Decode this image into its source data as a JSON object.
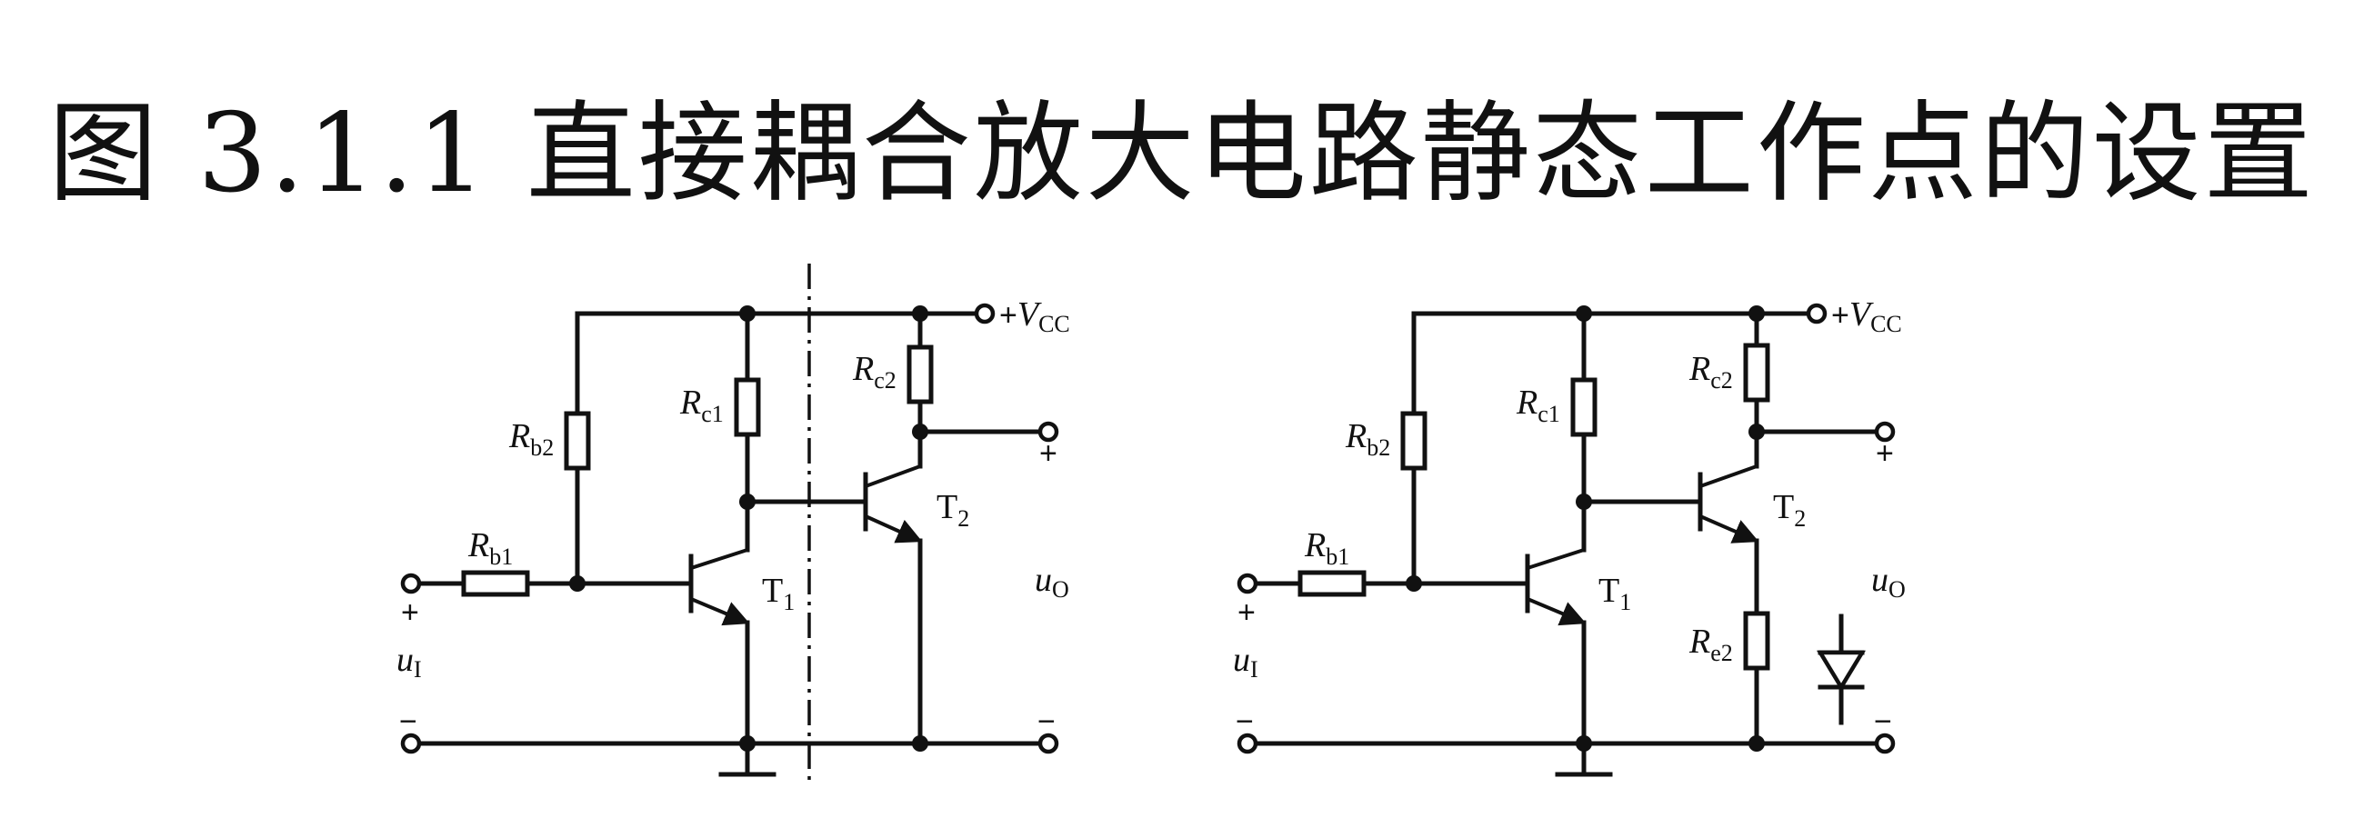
{
  "title": "图 3.1.1  直接耦合放大电路静态工作点的设置",
  "left_circuit": {
    "vcc": {
      "plus": "+",
      "letter": "V",
      "sub": "CC"
    },
    "rb1": {
      "letter": "R",
      "sub": "b1"
    },
    "rb2": {
      "letter": "R",
      "sub": "b2"
    },
    "rc1": {
      "letter": "R",
      "sub": "c1"
    },
    "rc2": {
      "letter": "R",
      "sub": "c2"
    },
    "t1": {
      "letter": "T",
      "sub": "1"
    },
    "t2": {
      "letter": "T",
      "sub": "2"
    },
    "ui": {
      "letter": "u",
      "sub": "I",
      "plus": "+",
      "minus": "−"
    },
    "uo": {
      "letter": "u",
      "sub": "O",
      "plus": "+",
      "minus": "−"
    }
  },
  "right_circuit": {
    "vcc": {
      "plus": "+",
      "letter": "V",
      "sub": "CC"
    },
    "rb1": {
      "letter": "R",
      "sub": "b1"
    },
    "rb2": {
      "letter": "R",
      "sub": "b2"
    },
    "rc1": {
      "letter": "R",
      "sub": "c1"
    },
    "rc2": {
      "letter": "R",
      "sub": "c2"
    },
    "re2": {
      "letter": "R",
      "sub": "e2"
    },
    "t1": {
      "letter": "T",
      "sub": "1"
    },
    "t2": {
      "letter": "T",
      "sub": "2"
    },
    "ui": {
      "letter": "u",
      "sub": "I",
      "plus": "+",
      "minus": "−"
    },
    "uo": {
      "letter": "u",
      "sub": "O",
      "plus": "+",
      "minus": "−"
    }
  }
}
